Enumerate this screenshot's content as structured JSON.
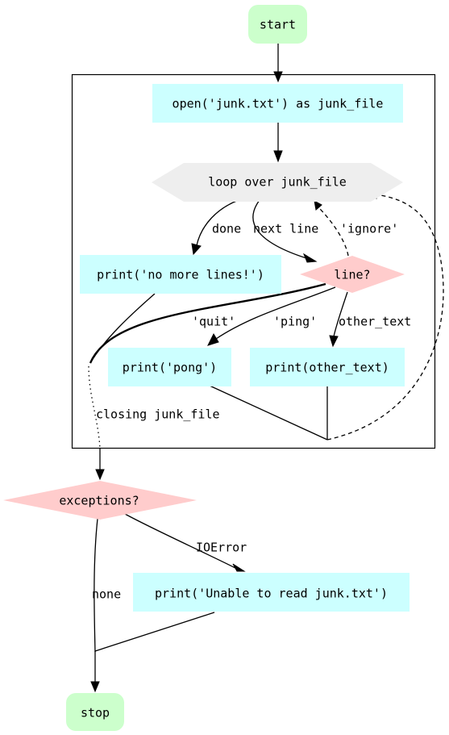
{
  "colors": {
    "terminal": "#ccffcc",
    "action": "#ccffff",
    "decision": "#ffcccc",
    "loop": "#eeeeee",
    "stroke": "#000000"
  },
  "nodes": {
    "start": "start",
    "open": "open('junk.txt') as junk_file",
    "loop": "loop over junk_file",
    "no_more": "print('no more lines!')",
    "line_q": "line?",
    "pong": "print('pong')",
    "other": "print(other_text)",
    "exceptions": "exceptions?",
    "unable": "print('Unable to read junk.txt')",
    "stop": "stop"
  },
  "edge_labels": {
    "done": "done",
    "next_line": "next line",
    "ignore": "'ignore'",
    "quit": "'quit'",
    "ping": "'ping'",
    "other_text": "other_text",
    "closing": "closing junk_file",
    "ioerror": "IOError",
    "none": "none"
  }
}
